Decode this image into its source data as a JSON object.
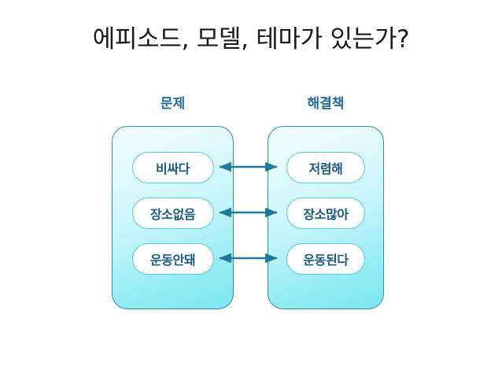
{
  "slide": {
    "title": "에피소드, 모델, 테마가 있는가?",
    "background_color": "#ffffff"
  },
  "columns": {
    "left": {
      "header": "문제",
      "header_color": "#1f6d94",
      "items": [
        {
          "label": "비싸다"
        },
        {
          "label": "장소없음"
        },
        {
          "label": "운동안돼"
        }
      ]
    },
    "right": {
      "header": "해결책",
      "header_color": "#1f6d94",
      "items": [
        {
          "label": "저렴해"
        },
        {
          "label": "장소많아"
        },
        {
          "label": "운동된다"
        }
      ]
    }
  },
  "connectors": {
    "style": "double-headed-arrow",
    "color": "#1f7a99",
    "count": 3,
    "pairs": [
      {
        "from": "비싸다",
        "to": "저렴해"
      },
      {
        "from": "장소없음",
        "to": "장소많아"
      },
      {
        "from": "운동안돼",
        "to": "운동된다"
      }
    ]
  },
  "theme": {
    "panel_border": "#2e8fae",
    "panel_fill_start": "#f4fdfe",
    "panel_fill_end": "#7ee6f0",
    "pill_border": "#5cc8de",
    "pill_fill": "#ffffff",
    "pill_text": "#1a5a80",
    "title_text": "#1a1a1a"
  }
}
